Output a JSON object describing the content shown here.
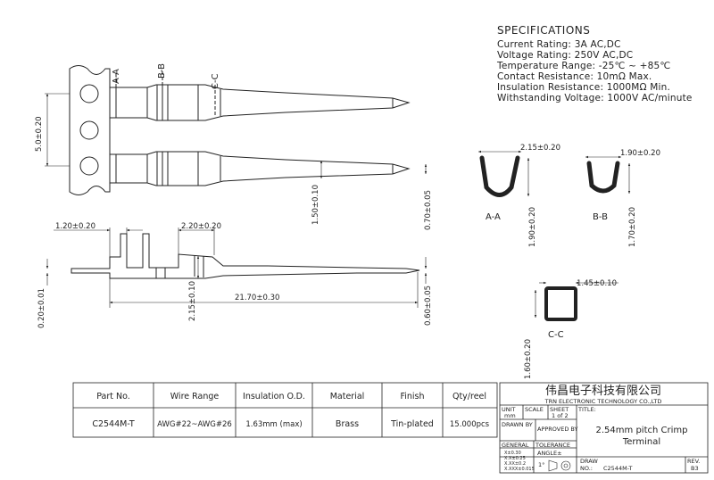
{
  "specifications": {
    "title": "SPECIFICATIONS",
    "lines": [
      "Current Rating: 3A AC,DC",
      "Voltage Rating: 250V AC,DC",
      "Temperature Range: -25℃ ~ +85℃",
      "Contact Resistance: 10mΩ Max.",
      "Insulation Resistance: 1000MΩ Min.",
      "Withstanding Voltage: 1000V AC/minute"
    ]
  },
  "section_marks": {
    "a": "A-A",
    "b": "B-B",
    "c": "C-C"
  },
  "dimensions": {
    "pitch": "5.0±0.20",
    "width_1_50": "1.50±0.10",
    "width_0_70": "0.70±0.05",
    "len_1_20": "1.20±0.20",
    "len_2_20": "2.20±0.20",
    "height_2_15": "2.15±0.10",
    "total_length": "21.70±0.30",
    "thick_0_20": "0.20±0.01",
    "height_0_60": "0.60±0.05",
    "aa_width": "2.15±0.20",
    "aa_height": "1.90±0.20",
    "bb_width": "1.90±0.20",
    "bb_height": "1.70±0.20",
    "cc_width": "1.45±0.10",
    "cc_height": "1.60±0.20"
  },
  "sections": {
    "aa": "A-A",
    "bb": "B-B",
    "cc": "C-C"
  },
  "parts_table": {
    "headers": [
      "Part No.",
      "Wire Range",
      "Insulation O.D.",
      "Material",
      "Finish",
      "Qty/reel"
    ],
    "row": [
      "C2544M-T",
      "AWG#22~AWG#26",
      "1.63mm (max)",
      "Brass",
      "Tin-plated",
      "15.000pcs"
    ]
  },
  "title_block": {
    "company_cn": "伟昌电子科技有限公司",
    "company_en": "TRN ELECTRONIC TECHNOLOGY CO.,LTD",
    "unit_label": "UNIT",
    "scale_label": "SCALE",
    "sheet_label": "SHEET",
    "title_label": "TITLE:",
    "unit_value": "mm",
    "sheet_value": "1 of 2",
    "drawn_by_label": "DRAWN BY",
    "approved_by_label": "APPROVED BY",
    "title_line1": "2.54mm pitch Crimp",
    "title_line2": "Terminal",
    "general_label": "GENERAL",
    "tolerance_label": "TOLERANCE",
    "tol_1": "X±0.30",
    "tol_2": "X.X±0.25",
    "tol_3": "X.XX±0.2",
    "tol_4": "X.XXX±0.015",
    "angle_label": "ANGLE±",
    "angle_value": "1°",
    "draw_label": "DRAW",
    "no_label": "NO.:",
    "draw_no": "C2544M-T",
    "rev_label": "REV.",
    "rev_value": "B3"
  }
}
